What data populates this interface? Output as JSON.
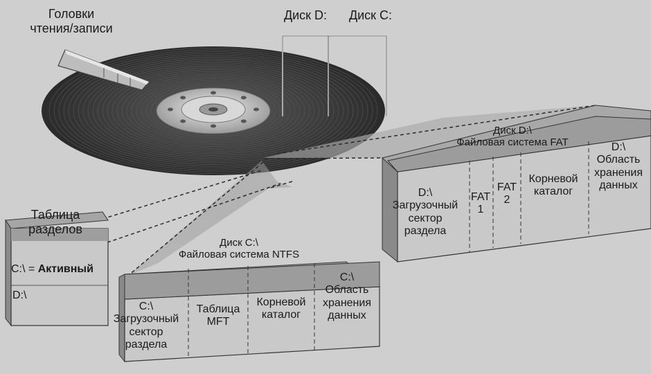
{
  "heads_label_line1": "Головки",
  "heads_label_line2": "чтения/записи",
  "disk_d_label": "Диск D:",
  "disk_c_label": "Диск C:",
  "partition_table": {
    "title_line1": "Таблица",
    "title_line2": "разделов",
    "row_active_prefix": "C:\\ = ",
    "row_active_word": "Активный",
    "row_d": "D:\\"
  },
  "ntfs": {
    "title_line1": "Диск C:\\",
    "title_line2": "Файловая система NTFS",
    "seg_boot_drive": "C:\\",
    "seg_boot_line1": "Загрузочный",
    "seg_boot_line2": "сектор",
    "seg_boot_line3": "раздела",
    "seg_mft_line1": "Таблица",
    "seg_mft_line2": "MFT",
    "seg_root_line1": "Корневой",
    "seg_root_line2": "каталог",
    "seg_data_drive": "C:\\",
    "seg_data_line1": "Область",
    "seg_data_line2": "хранения",
    "seg_data_line3": "данных"
  },
  "fat": {
    "title_line1": "Диск D:\\",
    "title_line2": "Файловая система FAT",
    "seg_boot_drive": "D:\\",
    "seg_boot_line1": "Загрузочный",
    "seg_boot_line2": "сектор",
    "seg_boot_line3": "раздела",
    "seg_fat1_line1": "FAT",
    "seg_fat1_line2": "1",
    "seg_fat2_line1": "FAT",
    "seg_fat2_line2": "2",
    "seg_root_line1": "Корневой",
    "seg_root_line2": "каталог",
    "seg_data_drive": "D:\\",
    "seg_data_line1": "Область",
    "seg_data_line2": "хранения",
    "seg_data_line3": "данных"
  },
  "colors": {
    "background": "#cfcfcf",
    "platter_dark": "#3a3a3a",
    "block_front": "#c9c9c9",
    "block_top": "#a8a8a8",
    "block_side": "#8f8f8f",
    "header_band": "#9a9a9a"
  }
}
